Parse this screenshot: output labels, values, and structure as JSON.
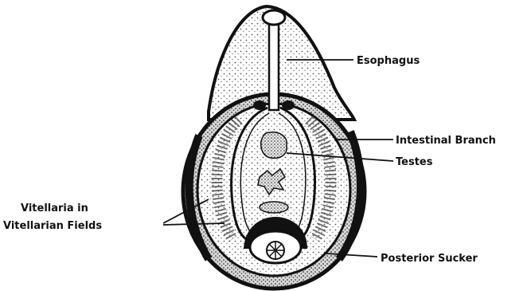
{
  "labels": {
    "esophagus": "Esophagus",
    "intestinal_branch": "Intestinal Branch",
    "testes": "Testes",
    "vitellaria_line1": "Vitellaria in",
    "vitellaria_line2": "Vitellarian Fields",
    "posterior_sucker": "Posterior Sucker"
  },
  "colors": {
    "ink": "#111111",
    "stipple": "#555555",
    "organ_fill": "#e8e8e8",
    "background": "#ffffff"
  }
}
